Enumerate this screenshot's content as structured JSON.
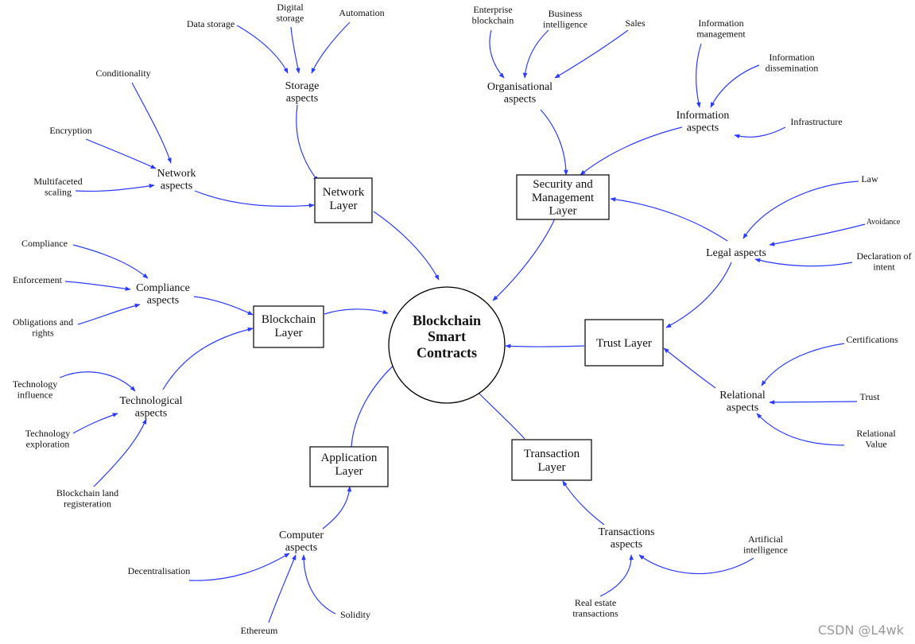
{
  "center": {
    "label": "Blockchain\nSmart\nContracts"
  },
  "layers": [
    {
      "id": "network",
      "label": "Network\nLayer"
    },
    {
      "id": "security",
      "label": "Security and\nManagement\nLayer"
    },
    {
      "id": "blockchain",
      "label": "Blockchain\nLayer"
    },
    {
      "id": "trust",
      "label": "Trust Layer"
    },
    {
      "id": "application",
      "label": "Application\nLayer"
    },
    {
      "id": "transaction",
      "label": "Transaction\nLayer"
    }
  ],
  "aspects": [
    {
      "id": "storage",
      "label": "Storage\naspects"
    },
    {
      "id": "network_asp",
      "label": "Network\naspects"
    },
    {
      "id": "organisational",
      "label": "Organisational\naspects"
    },
    {
      "id": "information",
      "label": "Information\naspects"
    },
    {
      "id": "legal",
      "label": "Legal aspects"
    },
    {
      "id": "compliance",
      "label": "Compliance\naspects"
    },
    {
      "id": "technological",
      "label": "Technological\naspects"
    },
    {
      "id": "relational",
      "label": "Relational\naspects"
    },
    {
      "id": "computer",
      "label": "Computer\naspects"
    },
    {
      "id": "transactions",
      "label": "Transactions\naspects"
    }
  ],
  "leaves": [
    {
      "id": "data_storage",
      "label": "Data storage"
    },
    {
      "id": "digital_storage",
      "label": "Digital\nstorage"
    },
    {
      "id": "automation",
      "label": "Automation"
    },
    {
      "id": "conditionality",
      "label": "Conditionality"
    },
    {
      "id": "encryption",
      "label": "Encryption"
    },
    {
      "id": "multifaceted",
      "label": "Multifaceted\nscaling"
    },
    {
      "id": "enterprise",
      "label": "Enterprise\nblockchain"
    },
    {
      "id": "bi",
      "label": "Business\nintelligence"
    },
    {
      "id": "sales",
      "label": "Sales"
    },
    {
      "id": "info_mgmt",
      "label": "Information\nmanagement"
    },
    {
      "id": "info_diss",
      "label": "Information\ndissemination"
    },
    {
      "id": "infrastructure",
      "label": "Infrastructure"
    },
    {
      "id": "law",
      "label": "Law"
    },
    {
      "id": "avoidance",
      "label": "Avoidance"
    },
    {
      "id": "declaration",
      "label": "Declaration of\nintent"
    },
    {
      "id": "compliance_leaf",
      "label": "Compliance"
    },
    {
      "id": "enforcement",
      "label": "Enforcement"
    },
    {
      "id": "obligations",
      "label": "Obligations and\nrights"
    },
    {
      "id": "tech_influence",
      "label": "Technology\ninfluence"
    },
    {
      "id": "tech_exploration",
      "label": "Technology\nexploration"
    },
    {
      "id": "land",
      "label": "Blockchain land\nregisteration"
    },
    {
      "id": "certifications",
      "label": "Certifications"
    },
    {
      "id": "trust_leaf",
      "label": "Trust"
    },
    {
      "id": "relational_value",
      "label": "Relational\nValue"
    },
    {
      "id": "decentralisation",
      "label": "Decentralisation"
    },
    {
      "id": "ethereum",
      "label": "Ethereum"
    },
    {
      "id": "solidity",
      "label": "Solidity"
    },
    {
      "id": "ai",
      "label": "Artificial\nintelligence"
    },
    {
      "id": "real_estate",
      "label": "Real estate\ntransactions"
    }
  ],
  "edge_color": "#2b3bff",
  "watermark": "CSDN @L4wk"
}
